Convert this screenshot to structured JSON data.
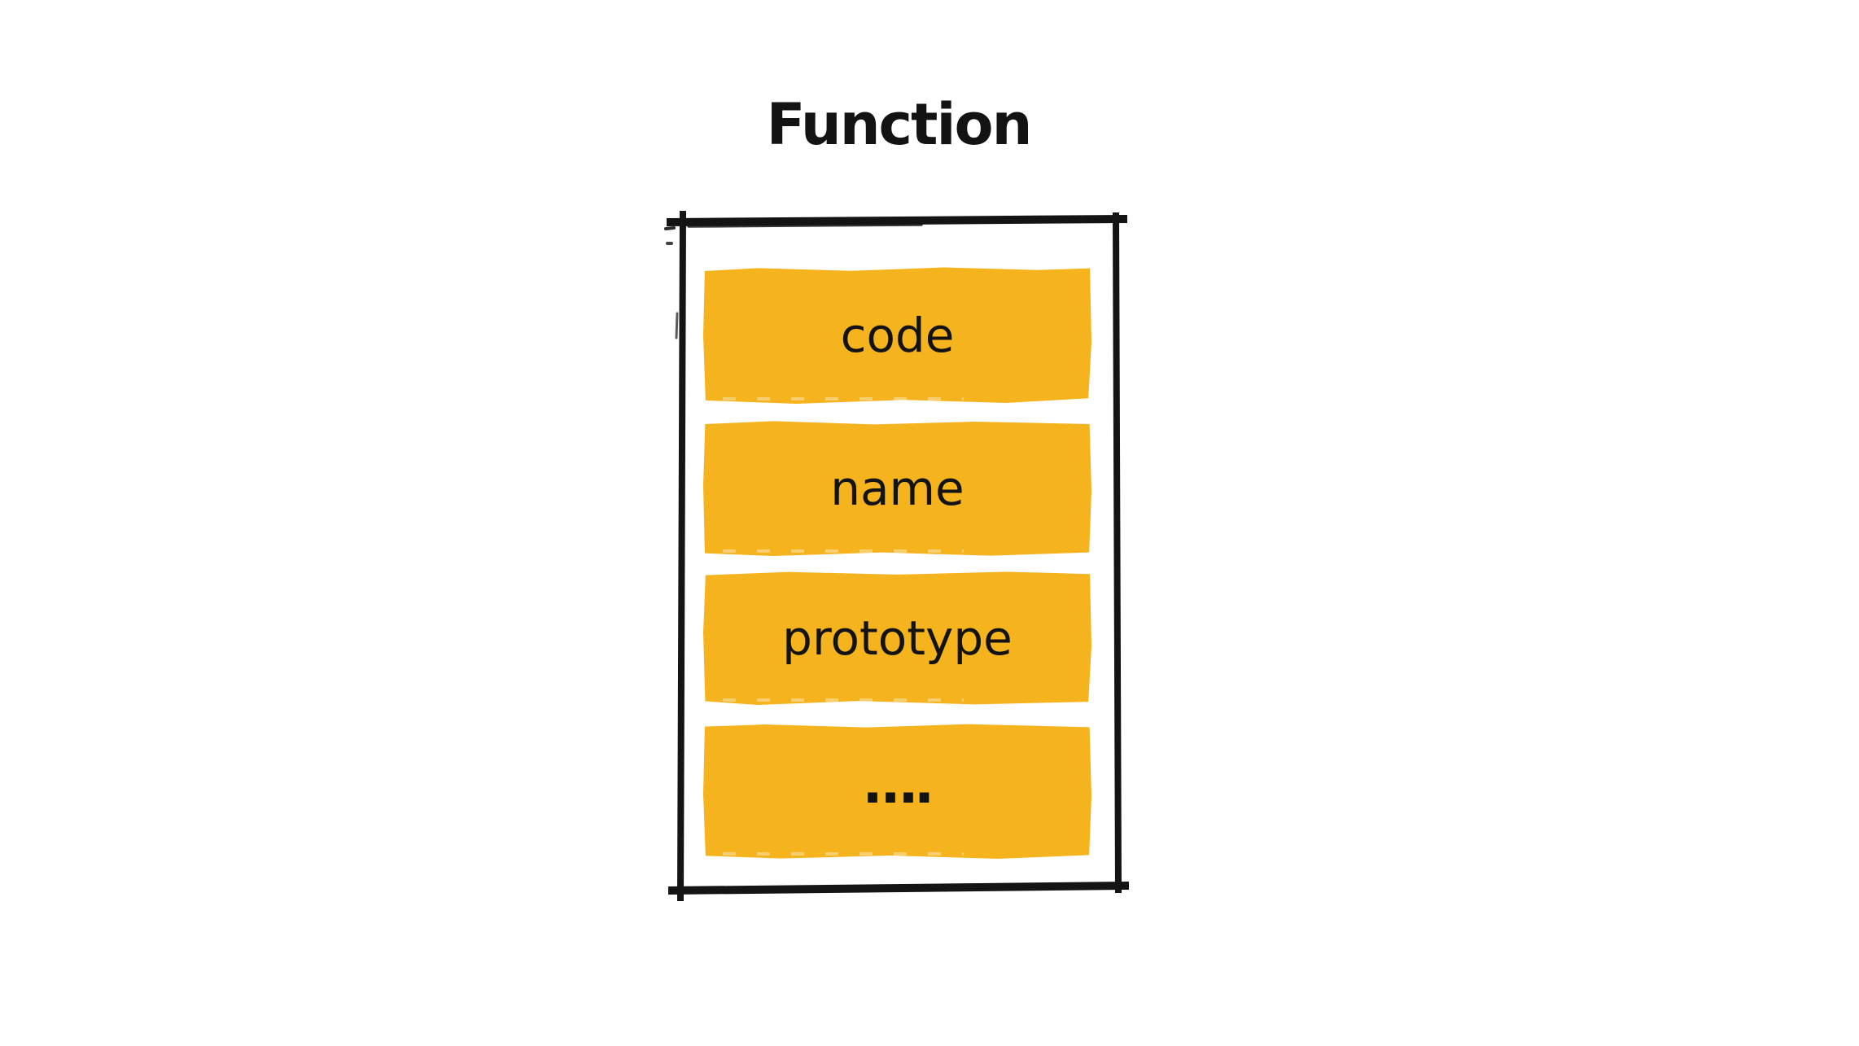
{
  "diagram": {
    "title": "Function",
    "object_box": {
      "name": "function-object",
      "properties": [
        {
          "label": "code"
        },
        {
          "label": "name"
        },
        {
          "label": "prototype"
        },
        {
          "label": "…."
        }
      ]
    },
    "colors": {
      "property_fill": "#f5b31d",
      "outline": "#141414",
      "text": "#131313",
      "background": "#ffffff"
    }
  }
}
